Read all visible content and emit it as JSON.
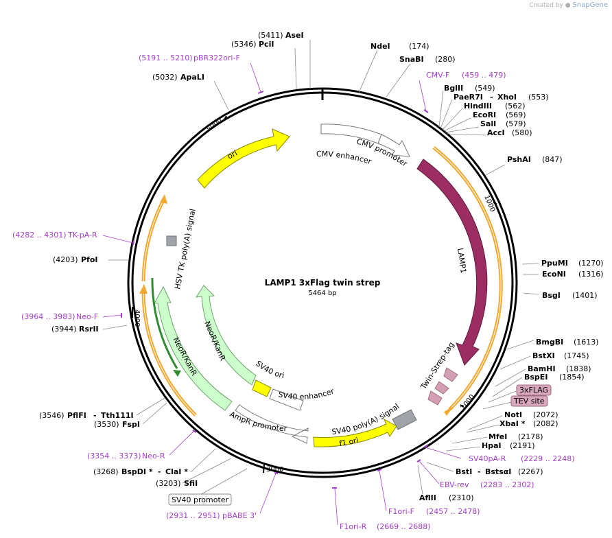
{
  "credit": {
    "prefix": "Created by",
    "brand": "SnapGene"
  },
  "plasmid": {
    "name": "LAMP1 3xFlag twin strep",
    "length": "5464 bp"
  },
  "ticks": [
    "1000",
    "2000",
    "3000",
    "4000",
    "5000"
  ],
  "features": {
    "cmv_enhancer": "CMV enhancer",
    "cmv_promoter": "CMV promoter",
    "lamp1": "LAMP1",
    "twin_strep": "Twin-Strep-tag",
    "sv40_polya": "SV40 poly(A) signal",
    "f1_ori": "f1 ori",
    "ampr_promoter": "AmpR promoter",
    "sv40_ori": "SV40 ori",
    "sv40_enhancer": "SV40 enhancer",
    "neor_inner": "NeoR/KanR",
    "neor_outer": "NeoR/KanR",
    "hsv_tk": "HSV TK poly(A) signal",
    "ori": "ori"
  },
  "tags": {
    "flag": "3xFLAG",
    "tev": "TEV site",
    "sv40_promoter": "SV40 promoter"
  },
  "sites": {
    "asei": {
      "name": "AseI",
      "pos": "(5411)"
    },
    "pcii": {
      "name": "PciI",
      "pos": "(5346)"
    },
    "apali": {
      "name": "ApaLI",
      "pos": "(5032)"
    },
    "ndei": {
      "name": "NdeI",
      "pos": "(174)"
    },
    "snabi": {
      "name": "SnaBI",
      "pos": "(280)"
    },
    "bglii": {
      "name": "BglII",
      "pos": "(549)"
    },
    "paer7i": {
      "name": "PaeR7I",
      "sep": "-",
      "name2": "XhoI",
      "pos": "(553)"
    },
    "hindiii": {
      "name": "HindIII",
      "pos": "(562)"
    },
    "ecori": {
      "name": "EcoRI",
      "pos": "(569)"
    },
    "sali": {
      "name": "SalI",
      "pos": "(579)"
    },
    "acci": {
      "name": "AccI",
      "pos": "(580)"
    },
    "pshai": {
      "name": "PshAI",
      "pos": "(847)"
    },
    "ppumi": {
      "name": "PpuMI",
      "pos": "(1270)"
    },
    "econi": {
      "name": "EcoNI",
      "pos": "(1316)"
    },
    "bsgi": {
      "name": "BsgI",
      "pos": "(1401)"
    },
    "bmgbi": {
      "name": "BmgBI",
      "pos": "(1613)"
    },
    "bstxi": {
      "name": "BstXI",
      "pos": "(1745)"
    },
    "bamhi": {
      "name": "BamHI",
      "pos": "(1838)"
    },
    "bspei": {
      "name": "BspEI",
      "pos": "(1854)"
    },
    "noti": {
      "name": "NotI",
      "pos": "(2072)"
    },
    "xbai": {
      "name": "XbaI *",
      "pos": "(2082)"
    },
    "mfei": {
      "name": "MfeI",
      "pos": "(2178)"
    },
    "hpai": {
      "name": "HpaI",
      "pos": "(2191)"
    },
    "bsti": {
      "name": "BstI",
      "sep": "-",
      "name2": "BstsαI",
      "pos": "(2267)"
    },
    "aflii": {
      "name": "AflII",
      "pos": "(2310)"
    },
    "pfoi": {
      "name": "PfoI",
      "pos": "(4203)"
    },
    "rsrii": {
      "name": "RsrII",
      "pos": "(3944)"
    },
    "pflfi": {
      "name": "PflFI",
      "sep": "-",
      "name2": "Tth111I",
      "pos": "(3546)"
    },
    "fspi": {
      "name": "FspI",
      "pos": "(3530)"
    },
    "bspdi": {
      "name": "BspDI *",
      "sep": "-",
      "name2": "ClaI *",
      "pos": "(3268)"
    },
    "sfii": {
      "name": "SfiI",
      "pos": "(3203)"
    }
  },
  "primers": {
    "pbr322ori_f": {
      "name": "pBR322ori-F",
      "range": "(5191 .. 5210)"
    },
    "cmv_f": {
      "name": "CMV-F",
      "range": "(459 .. 479)"
    },
    "sv40pa_r": {
      "name": "SV40pA-R",
      "range": "(2229 .. 2248)"
    },
    "ebv_rev": {
      "name": "EBV-rev",
      "range": "(2283 .. 2302)"
    },
    "f1ori_f": {
      "name": "F1ori-F",
      "range": "(2457 .. 2478)"
    },
    "f1ori_r": {
      "name": "F1ori-R",
      "range": "(2669 .. 2688)"
    },
    "pbabe3": {
      "name": "pBABE 3'",
      "range": "(2931 .. 2951)"
    },
    "neo_r": {
      "name": "Neo-R",
      "range": "(3354 .. 3373)"
    },
    "neo_f": {
      "name": "Neo-F",
      "range": "(3964 .. 3983)"
    },
    "tkpa_r": {
      "name": "TK-pA-R",
      "range": "(4282 .. 4301)"
    }
  },
  "colors": {
    "backbone": "#000000",
    "ori": "#ffff00",
    "lamp1": "#9b2d62",
    "neor": "#ccffcc",
    "neor_orf": "#2e8b2e",
    "orf_outline": "#f0a830",
    "tag": "#d49fb3",
    "polya": "#a0a4a8",
    "primer": "#a43dcb",
    "feature_open": "#ffffff"
  }
}
